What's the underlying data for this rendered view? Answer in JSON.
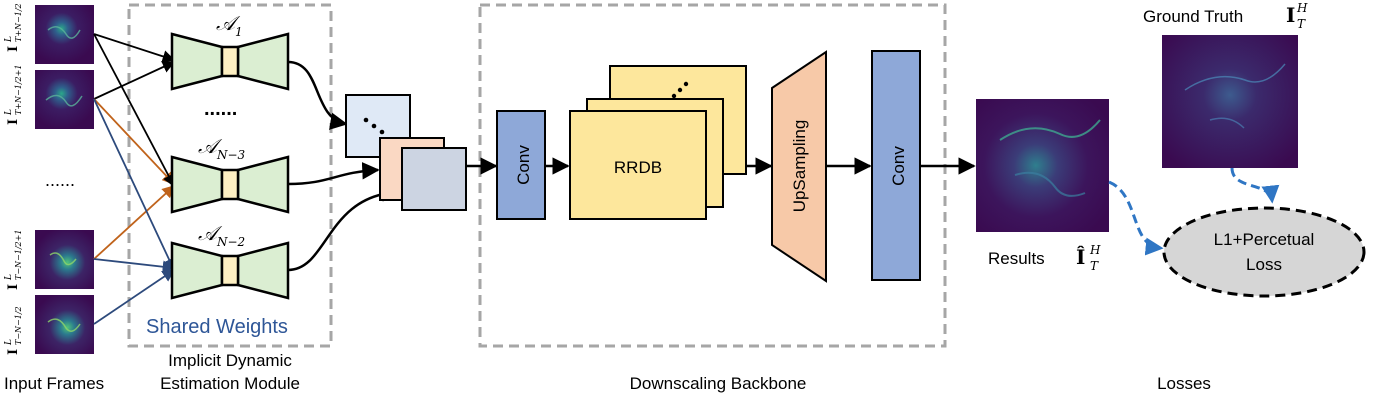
{
  "input_frames": {
    "label": "Input Frames",
    "ellipsis": "......",
    "frames": [
      {
        "base": "I",
        "sup": "L",
        "sub": "T+N−1/2"
      },
      {
        "base": "I",
        "sup": "L",
        "sub": "T+N−1/2+1"
      },
      {
        "base": "I",
        "sup": "L",
        "sub": "T−N−1/2+1"
      },
      {
        "base": "I",
        "sup": "L",
        "sub": "T−N−1/2"
      }
    ]
  },
  "ide_module": {
    "label_line1": "Implicit Dynamic",
    "label_line2": "Estimation Module",
    "shared_weights": "Shared Weights",
    "dots": "......",
    "blocks": [
      {
        "base": "𝒜",
        "sub": "1"
      },
      {
        "base": "𝒜",
        "sub": "N−3"
      },
      {
        "base": "𝒜",
        "sub": "N−2"
      }
    ]
  },
  "backbone": {
    "label": "Downscaling Backbone",
    "conv1": "Conv",
    "rrdb": "RRDB",
    "upsampling": "UpSampling",
    "conv2": "Conv"
  },
  "results": {
    "label": "Results",
    "symbol": "Î",
    "sup": "H",
    "sub": "T"
  },
  "ground_truth": {
    "label": "Ground Truth",
    "symbol": "I",
    "sup": "H",
    "sub": "T"
  },
  "losses": {
    "label": "Losses",
    "line1": "L1+Percetual",
    "line2": "Loss"
  },
  "colors": {
    "arrow_black": "#000000",
    "arrow_orange": "#c0631b",
    "arrow_navy": "#2d4a7c",
    "arrow_blue_dashed": "#2f76c4",
    "block_green": "#dbeed2",
    "block_cream": "#fdefc2",
    "conv_blue": "#8ea8d8",
    "rrdb_yellow": "#fde79c",
    "upsampling_peach": "#f7c9a8",
    "feat_light_blue": "#dfe9f6",
    "feat_peach": "#fad8c3",
    "feat_gray_blue": "#ccd4e2",
    "loss_gray": "#d6d6d6",
    "dashed_box": "#a6a6a6",
    "shared_text_blue": "#2e5697",
    "image_purple": "#3b0a52"
  }
}
